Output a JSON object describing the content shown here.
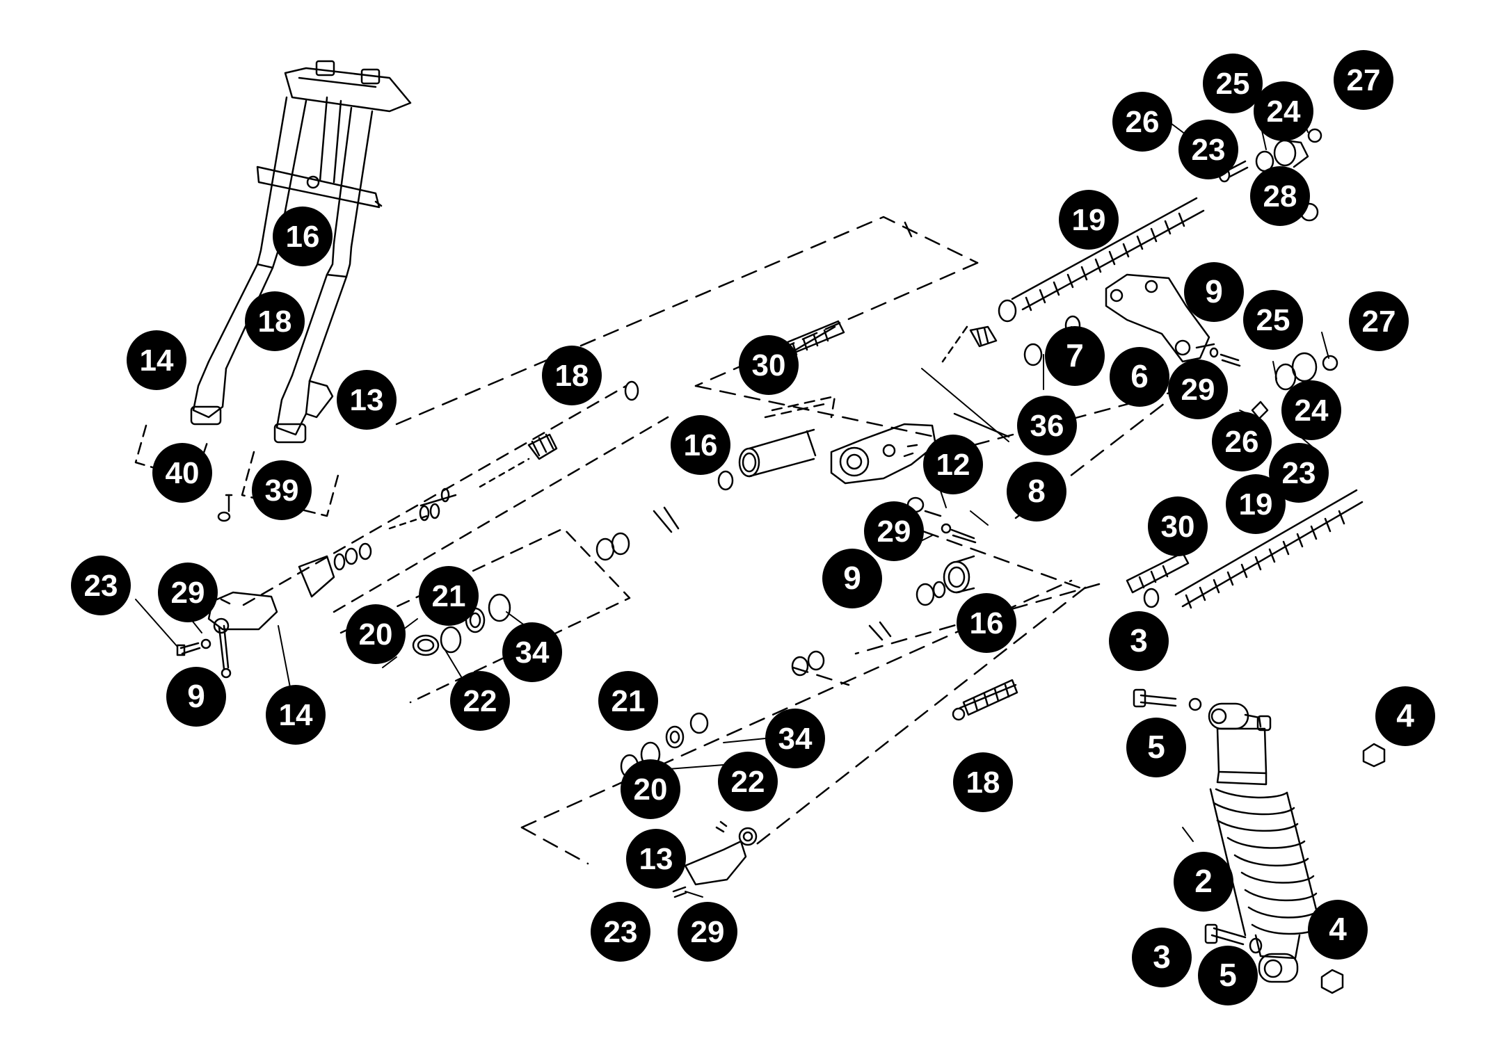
{
  "diagram": {
    "ink_color": "#000000",
    "callout_fill": "#000000",
    "callout_text_color": "#ffffff",
    "background": "#ffffff",
    "callouts": [
      "16",
      "18",
      "14",
      "13",
      "40",
      "39",
      "23",
      "29",
      "9",
      "14",
      "20",
      "21",
      "22",
      "34",
      "18",
      "30",
      "16",
      "12",
      "29",
      "9",
      "16",
      "8",
      "7",
      "36",
      "19",
      "26",
      "25",
      "24",
      "27",
      "23",
      "28",
      "9",
      "6",
      "29",
      "25",
      "27",
      "24",
      "26",
      "23",
      "19",
      "30",
      "3",
      "5",
      "4",
      "18",
      "21",
      "34",
      "20",
      "22",
      "13",
      "23",
      "29",
      "2",
      "3",
      "5",
      "4"
    ]
  }
}
